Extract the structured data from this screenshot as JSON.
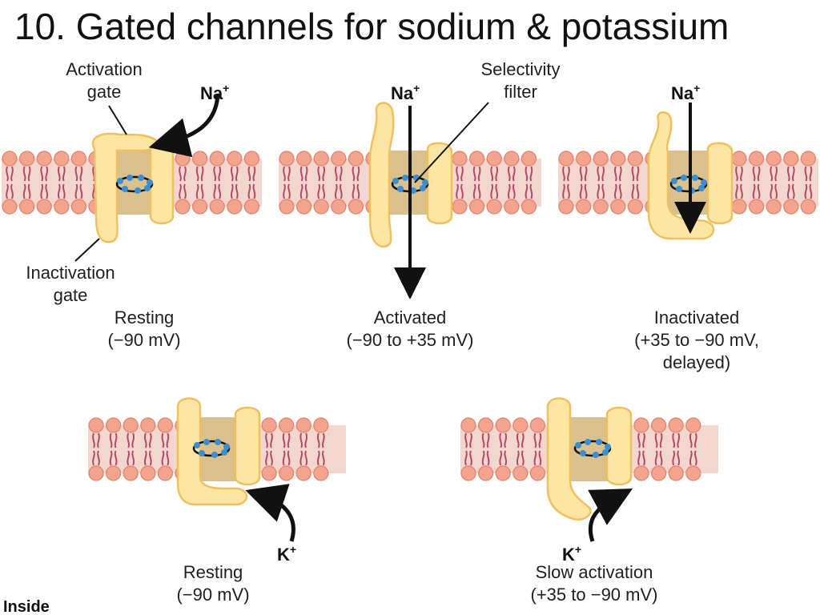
{
  "title": "10. Gated channels for sodium & potassium",
  "labels": {
    "activation_gate_line1": "Activation",
    "activation_gate_line2": "gate",
    "inactivation_gate_line1": "Inactivation",
    "inactivation_gate_line2": "gate",
    "selectivity_filter_line1": "Selectivity",
    "selectivity_filter_line2": "filter",
    "inside": "Inside"
  },
  "ions": {
    "na_symbol": "Na",
    "k_symbol": "K",
    "charge": "+"
  },
  "sodium_channels": [
    {
      "state": "Resting",
      "voltage": "(−90 mV)"
    },
    {
      "state": "Activated",
      "voltage": "(−90 to +35 mV)"
    },
    {
      "state": "Inactivated",
      "voltage": "(+35 to −90 mV,",
      "voltage_line2": "delayed)"
    }
  ],
  "potassium_channels": [
    {
      "state": "Resting",
      "voltage": "(−90 mV)"
    },
    {
      "state": "Slow activation",
      "voltage": "(+35 to −90 mV)"
    }
  ],
  "colors": {
    "lipid_head": "#f4a38c",
    "lipid_head_stroke": "#e0806a",
    "lipid_tail": "#b24a6a",
    "membrane_band": "#f3d7cf",
    "protein_fill": "#fde6a2",
    "protein_stroke": "#f0c060",
    "pore": "#d9c08c",
    "filter_dot": "#3a8fd0"
  }
}
